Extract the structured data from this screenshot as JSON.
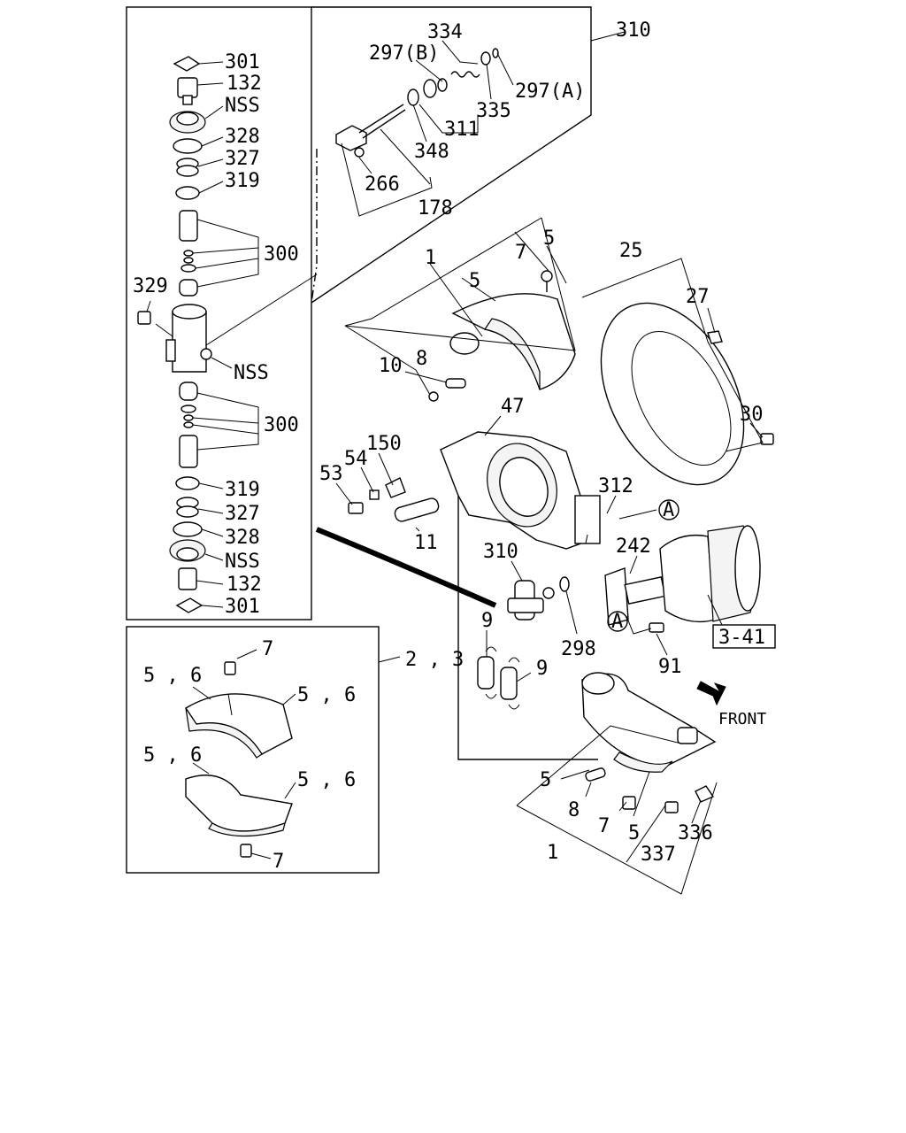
{
  "labels": {
    "l301a": "301",
    "l132a": "132",
    "lnssa": "NSS",
    "l328a": "328",
    "l327a": "327",
    "l319a": "319",
    "l300a": "300",
    "l329": "329",
    "lnssb": "NSS",
    "l300b": "300",
    "l319b": "319",
    "l327b": "327",
    "l328b": "328",
    "lnssc": "NSS",
    "l132b": "132",
    "l301b": "301",
    "l334": "334",
    "l297b": "297(B)",
    "l310a": "310",
    "l297a": "297(A)",
    "l335": "335",
    "l311": "311",
    "l348": "348",
    "l266": "266",
    "l178": "178",
    "l1a": "1",
    "l7a": "7",
    "l5a": "5",
    "l5b": "5",
    "l10": "10",
    "l8a": "8",
    "l25": "25",
    "l27": "27",
    "l30": "30",
    "l47": "47",
    "l150": "150",
    "l54": "54",
    "l53": "53",
    "l11": "11",
    "l312": "312",
    "l242": "242",
    "l310b": "310",
    "l298": "298",
    "l91": "91",
    "l9a": "9",
    "l9b": "9",
    "l23": "2 , 3",
    "l7b": "7",
    "l56a": "5 , 6",
    "l56b": "5 , 6",
    "l56c": "5 , 6",
    "l56d": "5 , 6",
    "l7c": "7",
    "l5c": "5",
    "l8b": "8",
    "l7d": "7",
    "l5d": "5",
    "l1b": "1",
    "l337": "337",
    "l336": "336",
    "ref": "3-41",
    "front": "FRONT",
    "markerA1": "A",
    "markerA2": "A"
  }
}
